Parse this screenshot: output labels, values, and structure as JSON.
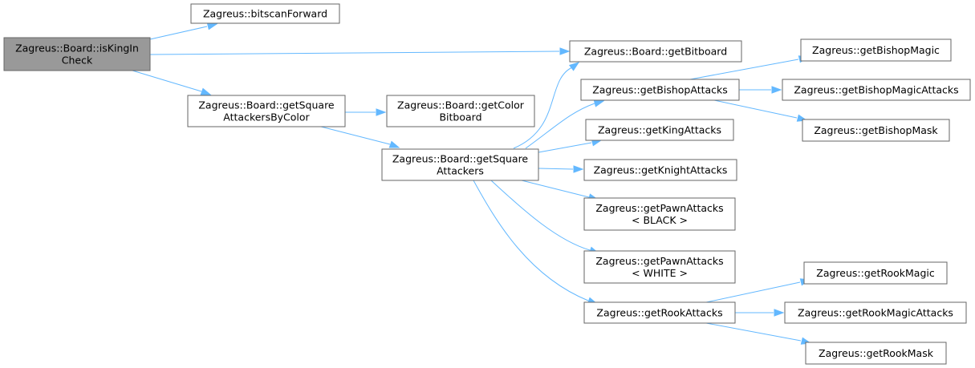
{
  "colors": {
    "edge": "#63b8ff",
    "node_fill": "#ffffff",
    "root_fill": "#999999",
    "node_border": "#666666"
  },
  "nodes": [
    {
      "id": "isKingInCheck",
      "lines": [
        "Zagreus::Board::isKingIn",
        "Check"
      ],
      "root": true
    },
    {
      "id": "bitscanForward",
      "lines": [
        "Zagreus::bitscanForward"
      ]
    },
    {
      "id": "getBitboard",
      "lines": [
        "Zagreus::Board::getBitboard"
      ]
    },
    {
      "id": "getSquareAttackersByColor",
      "lines": [
        "Zagreus::Board::getSquare",
        "AttackersByColor"
      ]
    },
    {
      "id": "getColorBitboard",
      "lines": [
        "Zagreus::Board::getColor",
        "Bitboard"
      ]
    },
    {
      "id": "getSquareAttackers",
      "lines": [
        "Zagreus::Board::getSquare",
        "Attackers"
      ]
    },
    {
      "id": "getBishopAttacks",
      "lines": [
        "Zagreus::getBishopAttacks"
      ]
    },
    {
      "id": "getKingAttacks",
      "lines": [
        "Zagreus::getKingAttacks"
      ]
    },
    {
      "id": "getKnightAttacks",
      "lines": [
        "Zagreus::getKnightAttacks"
      ]
    },
    {
      "id": "getPawnAttacksBlack",
      "lines": [
        "Zagreus::getPawnAttacks",
        "< BLACK >"
      ]
    },
    {
      "id": "getPawnAttacksWhite",
      "lines": [
        "Zagreus::getPawnAttacks",
        "< WHITE >"
      ]
    },
    {
      "id": "getRookAttacks",
      "lines": [
        "Zagreus::getRookAttacks"
      ]
    },
    {
      "id": "getBishopMagic",
      "lines": [
        "Zagreus::getBishopMagic"
      ]
    },
    {
      "id": "getBishopMagicAttacks",
      "lines": [
        "Zagreus::getBishopMagicAttacks"
      ]
    },
    {
      "id": "getBishopMask",
      "lines": [
        "Zagreus::getBishopMask"
      ]
    },
    {
      "id": "getRookMagic",
      "lines": [
        "Zagreus::getRookMagic"
      ]
    },
    {
      "id": "getRookMagicAttacks",
      "lines": [
        "Zagreus::getRookMagicAttacks"
      ]
    },
    {
      "id": "getRookMask",
      "lines": [
        "Zagreus::getRookMask"
      ]
    }
  ],
  "edges": [
    {
      "from": "isKingInCheck",
      "to": "bitscanForward"
    },
    {
      "from": "isKingInCheck",
      "to": "getBitboard"
    },
    {
      "from": "isKingInCheck",
      "to": "getSquareAttackersByColor"
    },
    {
      "from": "getSquareAttackersByColor",
      "to": "getColorBitboard"
    },
    {
      "from": "getSquareAttackersByColor",
      "to": "getSquareAttackers"
    },
    {
      "from": "getSquareAttackers",
      "to": "getBitboard"
    },
    {
      "from": "getSquareAttackers",
      "to": "getBishopAttacks"
    },
    {
      "from": "getSquareAttackers",
      "to": "getKingAttacks"
    },
    {
      "from": "getSquareAttackers",
      "to": "getKnightAttacks"
    },
    {
      "from": "getSquareAttackers",
      "to": "getPawnAttacksBlack"
    },
    {
      "from": "getSquareAttackers",
      "to": "getPawnAttacksWhite"
    },
    {
      "from": "getSquareAttackers",
      "to": "getRookAttacks"
    },
    {
      "from": "getBishopAttacks",
      "to": "getBishopMagic"
    },
    {
      "from": "getBishopAttacks",
      "to": "getBishopMagicAttacks"
    },
    {
      "from": "getBishopAttacks",
      "to": "getBishopMask"
    },
    {
      "from": "getRookAttacks",
      "to": "getRookMagic"
    },
    {
      "from": "getRookAttacks",
      "to": "getRookMagicAttacks"
    },
    {
      "from": "getRookAttacks",
      "to": "getRookMask"
    }
  ]
}
